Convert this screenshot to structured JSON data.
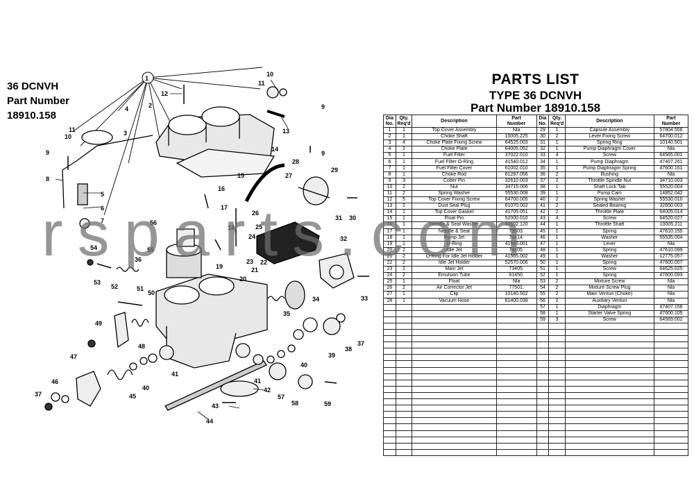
{
  "header": {
    "line1": "36 DCNVH",
    "line2": "Part Number",
    "line3": "18910.158"
  },
  "parts_list": {
    "title": "PARTS LIST",
    "type_line": "TYPE 36 DCNVH",
    "part_number_line": "Part Number 18910.158",
    "columns": {
      "dia": "Dia\nNo.",
      "qty": "Qty.\nReq'd",
      "desc": "Description",
      "part": "Part\nNumber"
    },
    "left_rows": [
      [
        "1",
        "1",
        "Top Cover Assembly",
        "Nla"
      ],
      [
        "2",
        "1",
        "Choke Shaft",
        "10005.225"
      ],
      [
        "3",
        "4",
        "Choke Plate Fixing Screw",
        "64525.003"
      ],
      [
        "4",
        "2",
        "Choke Plate",
        "64005.052"
      ],
      [
        "5",
        "1",
        "Fuel Filter",
        "37022.010"
      ],
      [
        "6",
        "1",
        "Fuel Filter O-Ring",
        "41540.012"
      ],
      [
        "7",
        "1",
        "Fuel Filter Cover",
        "61002.010"
      ],
      [
        "8",
        "1",
        "Choke Rod",
        "61287.056"
      ],
      [
        "9",
        "3",
        "Cotter Pin",
        "32610.003"
      ],
      [
        "10",
        "2",
        "Nut",
        "34715.006"
      ],
      [
        "11",
        "2",
        "Spring Washer",
        "55530.008"
      ],
      [
        "12",
        "5",
        "Top Cover Fixing Screw",
        "64700.005"
      ],
      [
        "13",
        "2",
        "Dust Seal Plug",
        "61070.002"
      ],
      [
        "14",
        "1",
        "Top Cover Gasket",
        "41705.051"
      ],
      [
        "15",
        "1",
        "Float Pin",
        "52000.010"
      ],
      [
        "16",
        "1",
        "Needle & Seat Washer",
        "83102.120"
      ],
      [
        "17",
        "1",
        "Needle & Seat",
        "79503."
      ],
      [
        "18",
        "1",
        "Pump Jet",
        "76414."
      ],
      [
        "19",
        "1",
        "O-Ring",
        "41565.001"
      ],
      [
        "20",
        "2",
        "Idle Jet",
        "74405."
      ],
      [
        "21",
        "2",
        "O-Ring For Idle Jet Holder",
        "41565.002"
      ],
      [
        "22",
        "2",
        "Idle Jet Holder",
        "52570.006"
      ],
      [
        "23",
        "2",
        "Main Jet",
        "73405."
      ],
      [
        "24",
        "2",
        "Emulsion Tube",
        "61450."
      ],
      [
        "25",
        "1",
        "Float",
        "Nla"
      ],
      [
        "26",
        "2",
        "Air Corrector Jet",
        "77501."
      ],
      [
        "27",
        "1",
        "Clip",
        "10140.502"
      ],
      [
        "28",
        "1",
        "Vacuum Hose",
        "61400.038"
      ]
    ],
    "right_rows": [
      [
        "29",
        "1",
        "Capsule Assembly",
        "57804.556"
      ],
      [
        "30",
        "2",
        "Lever Fixing Screw",
        "64700.012"
      ],
      [
        "31",
        "1",
        "Spring Ring",
        "10140.501"
      ],
      [
        "32",
        "1",
        "Pump Diaphragm Cover",
        "Nla"
      ],
      [
        "33",
        "4",
        "Screw",
        "64565.001"
      ],
      [
        "34",
        "1",
        "Pump Diaphragm",
        "47407.261"
      ],
      [
        "35",
        "1",
        "Pump Diaphragm Spring",
        "47600.161"
      ],
      [
        "36",
        "2",
        "Bushing",
        "Nla"
      ],
      [
        "37",
        "2",
        "Throttle Spindle Nut",
        "34710.003"
      ],
      [
        "38",
        "1",
        "Shaft Lock Tab",
        "55520.004"
      ],
      [
        "39",
        "1",
        "Pump Cam",
        "14852.042"
      ],
      [
        "40",
        "2",
        "Spring Washer",
        "55530.010"
      ],
      [
        "41",
        "2",
        "Sealed Bearing",
        "32650.003"
      ],
      [
        "42",
        "2",
        "Throttle Plate",
        "64005.014"
      ],
      [
        "43",
        "4",
        "Screw",
        "64520.027"
      ],
      [
        "44",
        "1",
        "Throttle Shaft",
        "10005.211"
      ],
      [
        "45",
        "1",
        "Spring",
        "47610.155"
      ],
      [
        "46",
        "1",
        "Washer",
        "55535.004"
      ],
      [
        "47",
        "1",
        "Lever",
        "Nla"
      ],
      [
        "48",
        "1",
        "Spring",
        "47610.099"
      ],
      [
        "49",
        "1",
        "Washer",
        "12775.057"
      ],
      [
        "50",
        "1",
        "Spring",
        "47600.007"
      ],
      [
        "51",
        "1",
        "Screw",
        "64625.025"
      ],
      [
        "52",
        "1",
        "Spring",
        "47600.093"
      ],
      [
        "53",
        "2",
        "Mixture Screw",
        "Nla"
      ],
      [
        "54",
        "2",
        "Mixture Screw Plug",
        "Nla"
      ],
      [
        "55",
        "2",
        "Main Venturi (Choke)",
        "Nla"
      ],
      [
        "56",
        "2",
        "Auxiliary Venturi",
        "Nla"
      ],
      [
        "57",
        "1",
        "Diaphragm",
        "47407.156"
      ],
      [
        "58",
        "1",
        "Starter Valve Spring",
        "47600.105"
      ],
      [
        "59",
        "3",
        "Screw",
        "64565.002"
      ]
    ],
    "total_rows": 52
  },
  "watermark": "rsparts.com",
  "diagram_callouts": [
    "1",
    "2",
    "3",
    "4",
    "5",
    "6",
    "7",
    "8",
    "9",
    "10",
    "11",
    "12",
    "13",
    "14",
    "15",
    "16",
    "17",
    "18",
    "19",
    "20",
    "21",
    "22",
    "23",
    "24",
    "25",
    "26",
    "27",
    "28",
    "29",
    "30",
    "31",
    "32",
    "33",
    "34",
    "35",
    "36",
    "37",
    "38",
    "39",
    "40",
    "41",
    "42",
    "43",
    "44",
    "45",
    "46",
    "47",
    "48",
    "49",
    "50",
    "51",
    "52",
    "53",
    "54",
    "55",
    "56",
    "57",
    "58",
    "59"
  ]
}
